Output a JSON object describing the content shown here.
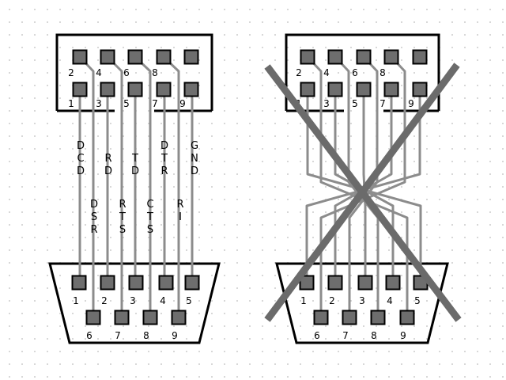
{
  "header_pins": {
    "top_labels": [
      "2",
      "4",
      "6",
      "8"
    ],
    "bottom_labels": [
      "1",
      "3",
      "5",
      "7",
      "9"
    ]
  },
  "db9_pins": {
    "top_labels": [
      "1",
      "2",
      "3",
      "4",
      "5"
    ],
    "bottom_labels": [
      "6",
      "7",
      "8",
      "9"
    ]
  },
  "signals": [
    {
      "name": "DCD",
      "letters": [
        "D",
        "C",
        "D"
      ]
    },
    {
      "name": "DSR",
      "letters": [
        "D",
        "S",
        "R"
      ]
    },
    {
      "name": "RD",
      "letters": [
        "R",
        "D"
      ]
    },
    {
      "name": "RTS",
      "letters": [
        "R",
        "T",
        "S"
      ]
    },
    {
      "name": "TD",
      "letters": [
        "T",
        "D"
      ]
    },
    {
      "name": "CTS",
      "letters": [
        "C",
        "T",
        "S"
      ]
    },
    {
      "name": "DTR",
      "letters": [
        "D",
        "T",
        "R"
      ]
    },
    {
      "name": "RI",
      "letters": [
        "R",
        "I"
      ]
    },
    {
      "name": "GND",
      "letters": [
        "G",
        "N",
        "D"
      ]
    }
  ],
  "colors": {
    "wire": "#8c8c8c",
    "pin_fill": "#6e6e6e",
    "cross": "#6b6b6b",
    "outline": "#000000"
  },
  "icons": {
    "reject_mark": "x-cross-icon"
  }
}
